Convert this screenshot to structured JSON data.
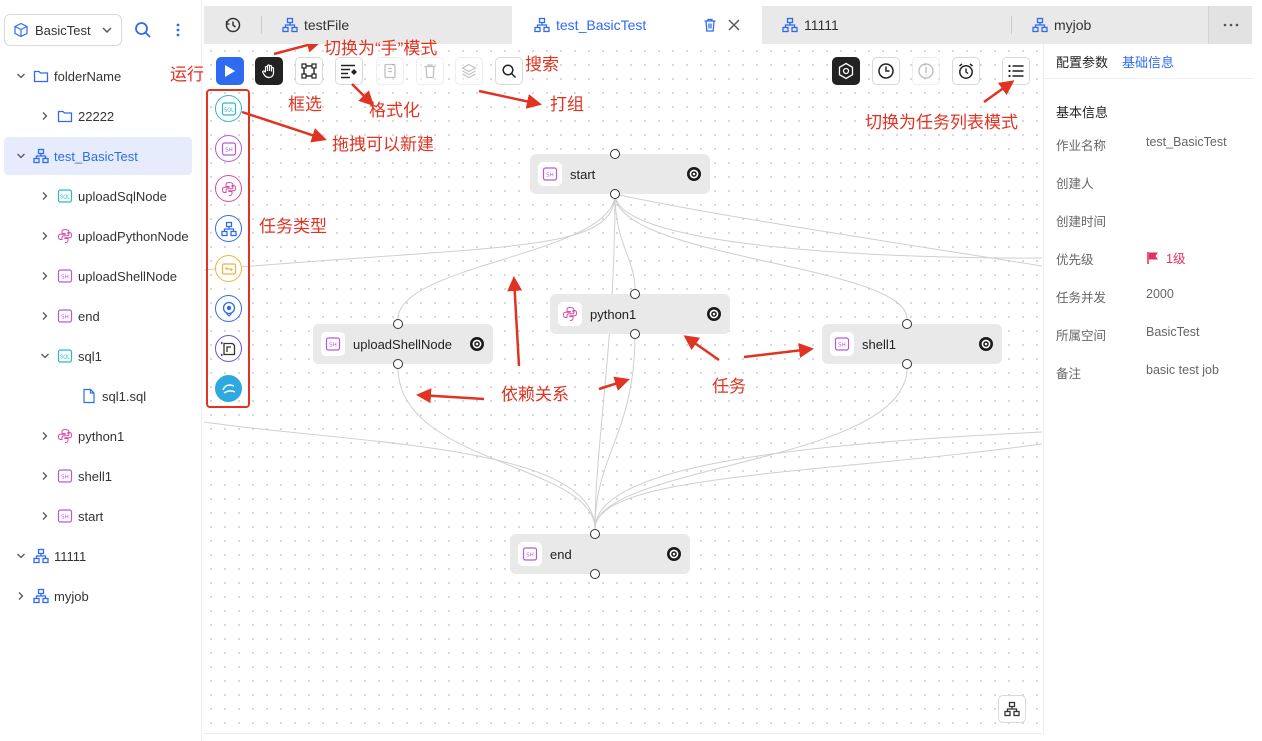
{
  "sidebar": {
    "workspace": "BasicTest",
    "tree": [
      {
        "label": "folderName",
        "icon": "folder-icon"
      },
      {
        "label": "22222",
        "icon": "folder-icon"
      },
      {
        "label": "test_BasicTest",
        "icon": "job-icon"
      },
      {
        "label": "uploadSqlNode",
        "icon": "sql-icon"
      },
      {
        "label": "uploadPythonNode",
        "icon": "python-icon"
      },
      {
        "label": "uploadShellNode",
        "icon": "shell-icon"
      },
      {
        "label": "end",
        "icon": "shell-icon"
      },
      {
        "label": "sql1",
        "icon": "sql-icon"
      },
      {
        "label": "sql1.sql",
        "icon": "file-icon"
      },
      {
        "label": "python1",
        "icon": "python-icon"
      },
      {
        "label": "shell1",
        "icon": "shell-icon"
      },
      {
        "label": "start",
        "icon": "shell-icon"
      },
      {
        "label": "11111",
        "icon": "job-icon"
      },
      {
        "label": "myjob",
        "icon": "job-icon"
      }
    ]
  },
  "tabs": [
    {
      "label": "testFile"
    },
    {
      "label": "test_BasicTest"
    },
    {
      "label": "11111"
    },
    {
      "label": "myjob"
    }
  ],
  "canvas": {
    "nodes": {
      "start": "start",
      "python1": "python1",
      "upload_shell": "uploadShellNode",
      "shell1": "shell1",
      "end": "end"
    },
    "annotations": {
      "run": "运行",
      "hand_mode": "切换为“手”模式",
      "box_select": "框选",
      "format": "格式化",
      "search": "搜索",
      "group": "打组",
      "drag_new": "拖拽可以新建",
      "task_types": "任务类型",
      "dependency": "依赖关系",
      "task": "任务",
      "list_mode": "切换为任务列表模式"
    }
  },
  "right_panel": {
    "tab_config": "配置参数",
    "tab_basic": "基础信息",
    "section_title": "基本信息",
    "fields": [
      {
        "label": "作业名称",
        "value": "test_BasicTest"
      },
      {
        "label": "创建人",
        "value": ""
      },
      {
        "label": "创建时间",
        "value": ""
      },
      {
        "label": "优先级",
        "value": "1级"
      },
      {
        "label": "任务并发",
        "value": "2000"
      },
      {
        "label": "所属空间",
        "value": "BasicTest"
      },
      {
        "label": "备注",
        "value": "basic test job"
      }
    ]
  },
  "colors": {
    "accent": "#2f6bf0",
    "annotation": "#e03322",
    "priority": "#e0325f",
    "sql": "#2fb8c6",
    "shell": "#b45ad8",
    "python": "#d64aa8"
  }
}
